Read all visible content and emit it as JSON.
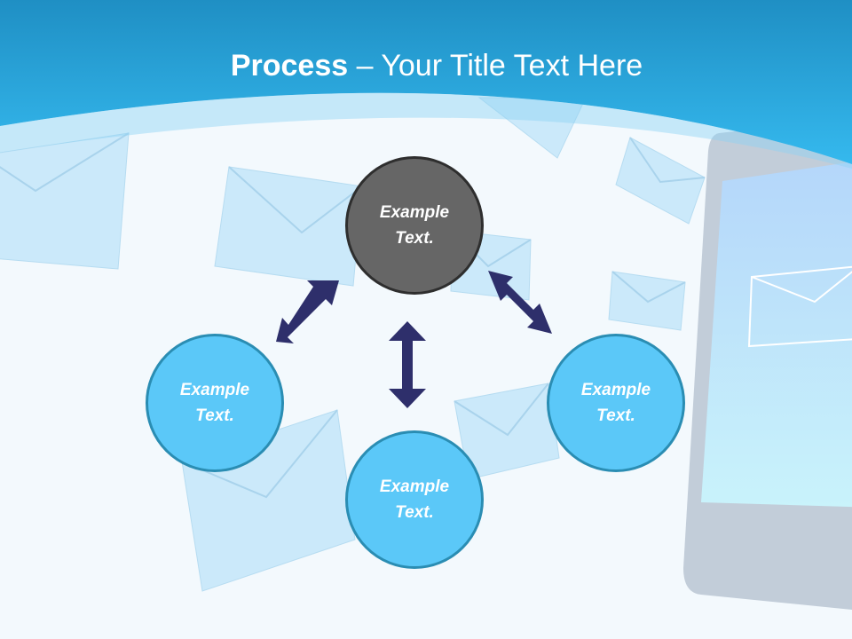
{
  "slide": {
    "title_bold": "Process",
    "title_rest": " – Your Title Text Here"
  },
  "nodes": [
    {
      "id": "top",
      "line1": "Example",
      "line2": "Text.",
      "fill": "#666666"
    },
    {
      "id": "left",
      "line1": "Example",
      "line2": "Text.",
      "fill": "#5bc8f8"
    },
    {
      "id": "bottom",
      "line1": "Example",
      "line2": "Text.",
      "fill": "#5bc8f8"
    },
    {
      "id": "right",
      "line1": "Example",
      "line2": "Text.",
      "fill": "#5bc8f8"
    }
  ],
  "colors": {
    "header": "#2a9fd6",
    "arrow": "#2e2f6b",
    "center_node": "#666666",
    "outer_node": "#5bc8f8",
    "outer_node_border": "#2a8db3"
  }
}
